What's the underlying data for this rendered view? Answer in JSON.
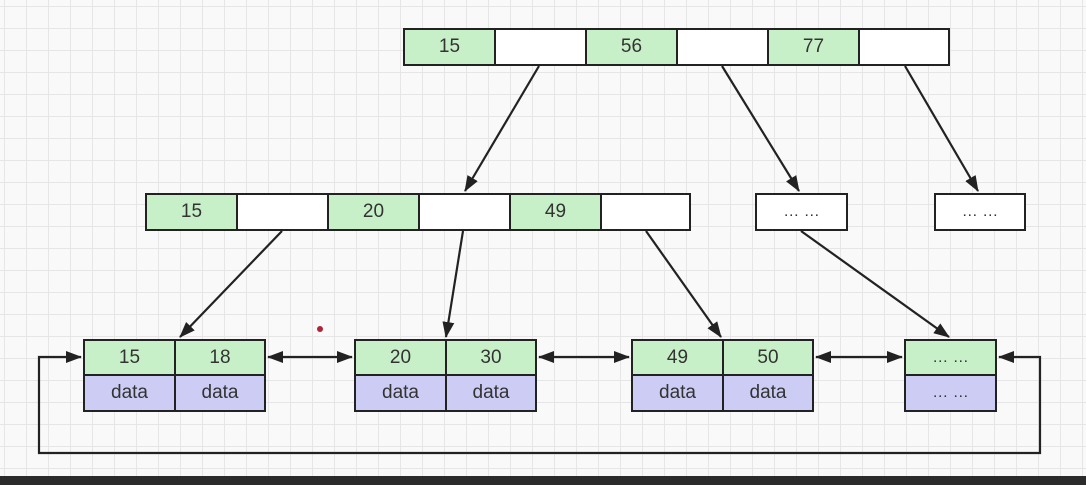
{
  "root": {
    "keys": [
      "15",
      "56",
      "77"
    ]
  },
  "internal": {
    "keys": [
      "15",
      "20",
      "49"
    ],
    "placeholders": [
      "… …",
      "… …"
    ]
  },
  "leaves": [
    {
      "keys": [
        "15",
        "18"
      ],
      "data": [
        "data",
        "data"
      ]
    },
    {
      "keys": [
        "20",
        "30"
      ],
      "data": [
        "data",
        "data"
      ]
    },
    {
      "keys": [
        "49",
        "50"
      ],
      "data": [
        "data",
        "data"
      ]
    },
    {
      "keys": [
        "… …"
      ],
      "data": [
        "… …"
      ]
    }
  ],
  "colors": {
    "key": "#c8f0c8",
    "data": "#ccccf5",
    "pointer": "#ffffff",
    "line": "#222222",
    "marker": "#b0243a"
  }
}
